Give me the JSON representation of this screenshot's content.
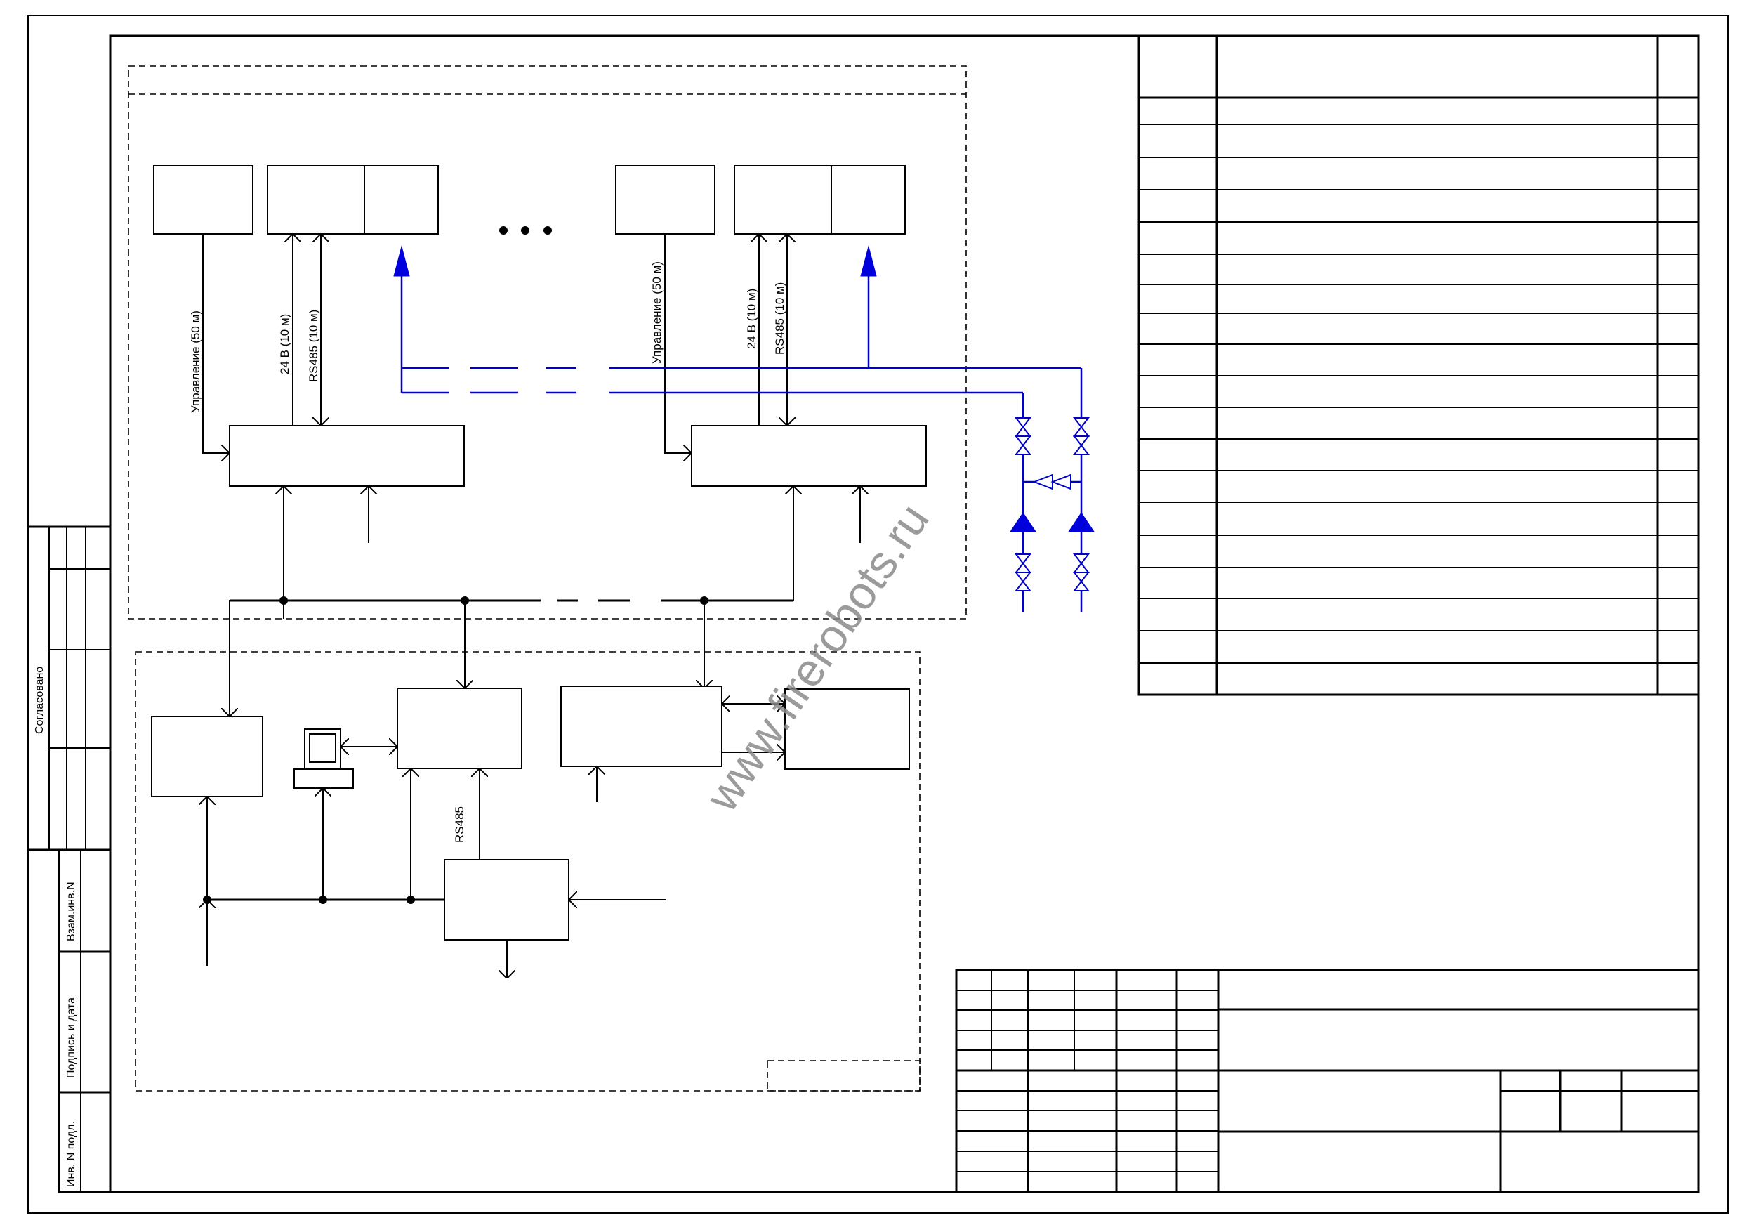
{
  "labels": {
    "control_1": "Управление (50 м)",
    "power_1": "24 В (10 м)",
    "rs485_1": "RS485 (10 м)",
    "control_2": "Управление (50 м)",
    "power_2": "24 В (10 м)",
    "rs485_2": "RS485 (10 м)",
    "rs485_3": "RS485",
    "ellipsis": "• • •"
  },
  "stamp": {
    "agreed": "Согласовано",
    "replace_inv": "Взам.инв.N",
    "signature_date": "Подпись и дата",
    "inv_original": "Инв. N подл."
  },
  "watermark": "www.firerobots.ru",
  "colors": {
    "line": "#000000",
    "pipe": "#0000cc",
    "watermark": "#8a8a8a"
  }
}
